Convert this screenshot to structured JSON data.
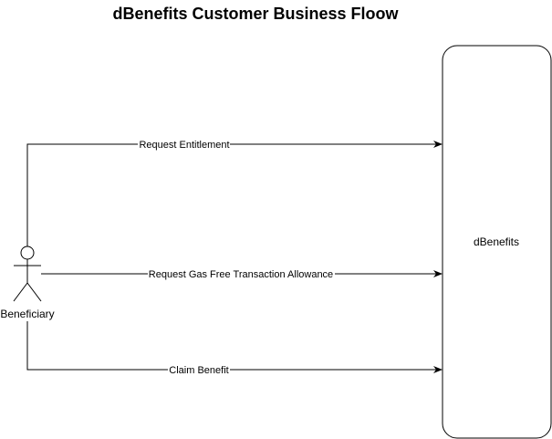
{
  "title": "dBenefits Customer Business Floow",
  "actor": {
    "label": "Beneficiary",
    "icon": "stick-figure-actor"
  },
  "system": {
    "label": "dBenefits"
  },
  "flows": [
    {
      "label": "Request Entitlement"
    },
    {
      "label": "Request Gas Free Transaction Allowance"
    },
    {
      "label": "Claim Benefit"
    }
  ],
  "colors": {
    "stroke": "#000000",
    "background": "#ffffff"
  }
}
